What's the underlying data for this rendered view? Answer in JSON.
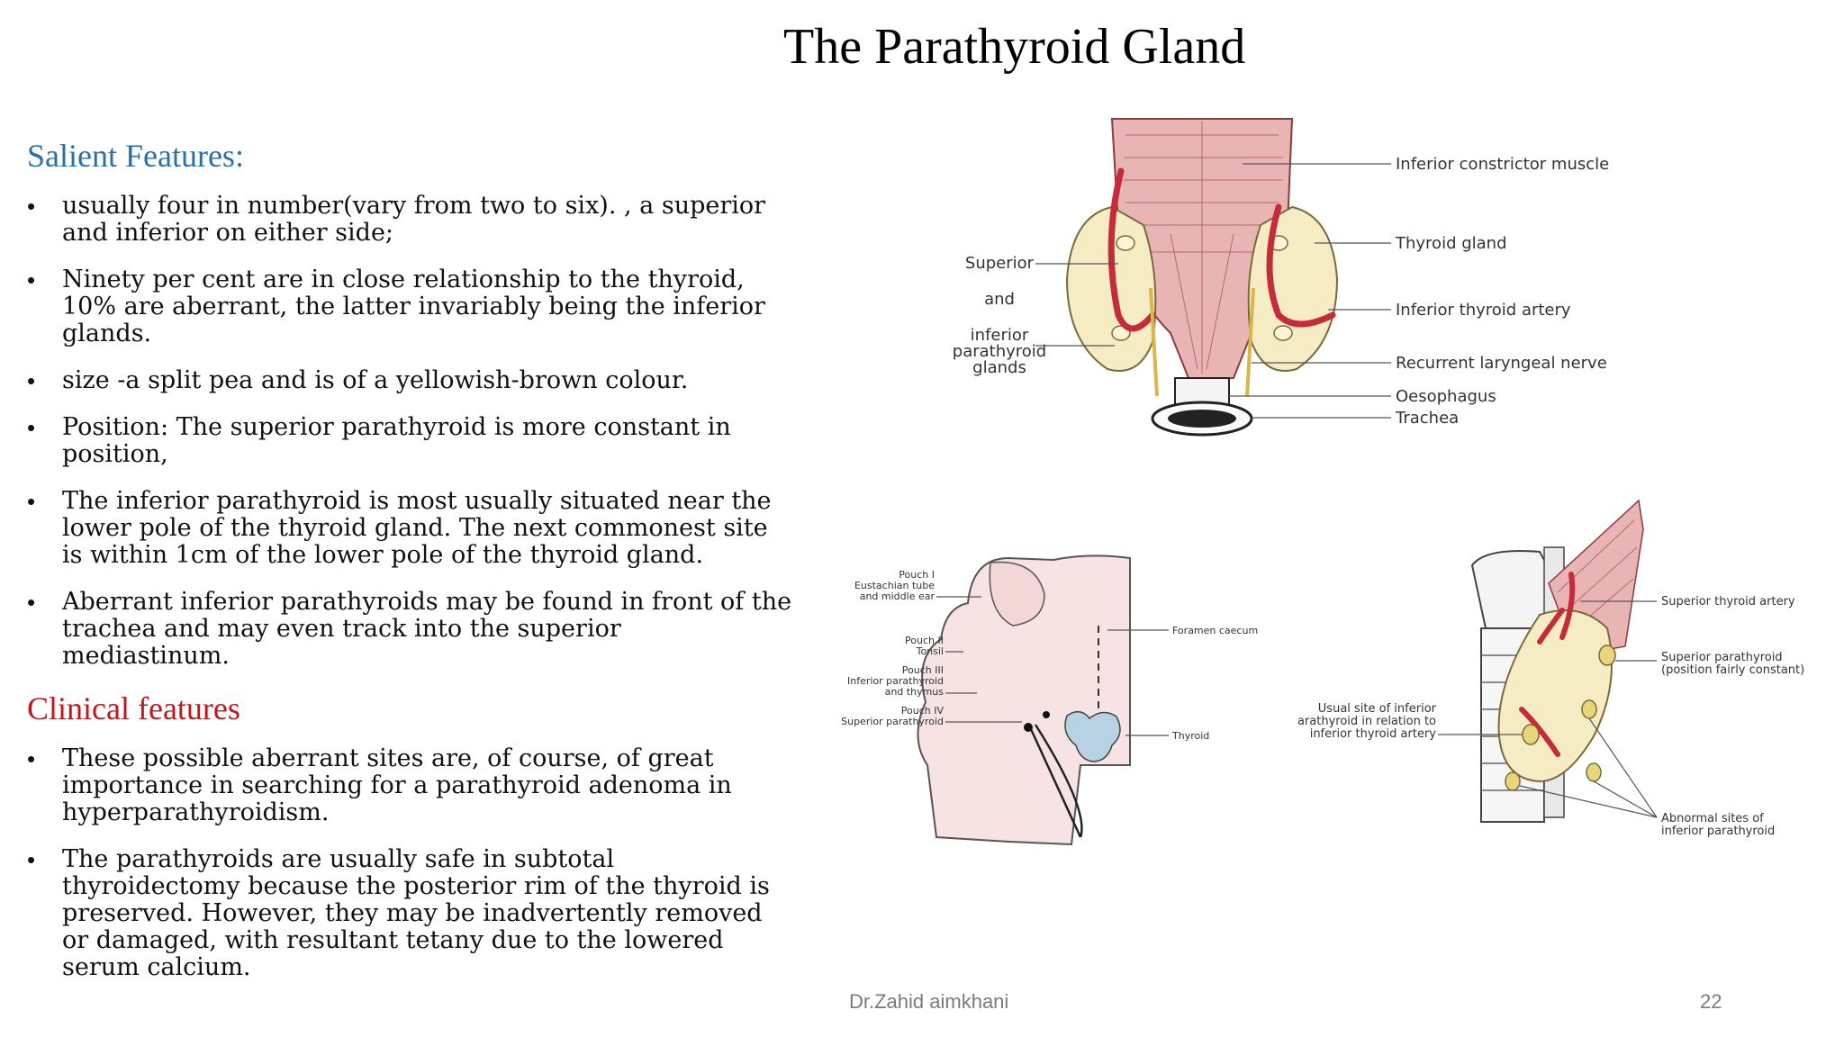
{
  "title": "The Parathyroid Gland",
  "salient_heading": "Salient Features:",
  "salient_items": [
    "usually four in number(vary from two to six). , a superior and inferior on either side;",
    "Ninety per cent are in close relationship to the thyroid, 10% are aberrant, the latter invariably being the inferior glands.",
    "size -a split pea and is of a yellowish-brown colour.",
    "Position: The superior parathyroid is more constant in position,",
    "The inferior parathyroid is most usually situated near the lower pole of the thyroid gland. The next commonest site is within 1cm of the lower pole of the thyroid gland.",
    "Aberrant inferior parathyroids may be found in front of the trachea and may even track into the superior mediastinum."
  ],
  "clinical_heading": "Clinical features",
  "clinical_items": [
    "These possible aberrant sites are, of course, of great importance in searching for a parathyroid adenoma in hyperparathyroidism.",
    "The parathyroids are usually safe in subtotal thyroidectomy because the posterior rim of the thyroid is preserved. However, they may be inadvertently removed or damaged, with resultant tetany due to the lowered serum calcium."
  ],
  "bullet_glyph": "•",
  "figure_posterior": {
    "left_labels": [
      "Superior",
      "and",
      "inferior",
      "parathyroid",
      "glands"
    ],
    "right_labels": [
      "Inferior constrictor muscle",
      "Thyroid gland",
      "Inferior thyroid artery",
      "Recurrent laryngeal nerve",
      "Oesophagus",
      "Trachea"
    ]
  },
  "figure_embryo": {
    "pouch1": [
      "Pouch I",
      "Eustachian tube",
      "and middle ear"
    ],
    "pouch2": [
      "Pouch II",
      "Tonsil"
    ],
    "pouch3": [
      "Pouch III",
      "Inferior parathyroid",
      "and thymus"
    ],
    "pouch4": [
      "Pouch IV",
      "Superior parathyroid"
    ],
    "foramen": "Foramen caecum",
    "thyroid": "Thyroid"
  },
  "figure_lateral": {
    "superior_artery": "Superior thyroid artery",
    "superior_parathyroid": [
      "Superior parathyroid",
      "(position fairly constant)"
    ],
    "usual_site": [
      "Usual site of inferior",
      "arathyroid in relation to",
      "inferior thyroid artery"
    ],
    "abnormal_sites": [
      "Abnormal sites of",
      "inferior parathyroid"
    ]
  },
  "footer_author": "Dr.Zahid aimkhani",
  "page_number": "22",
  "colors": {
    "salient_heading": "#2a6fad",
    "clinical_heading": "#c0171c",
    "muscle": "#e8b4b4",
    "artery": "#c62b3a",
    "thyroid": "#f5ecc4",
    "embryo_thyroid": "#b7d3e3"
  }
}
